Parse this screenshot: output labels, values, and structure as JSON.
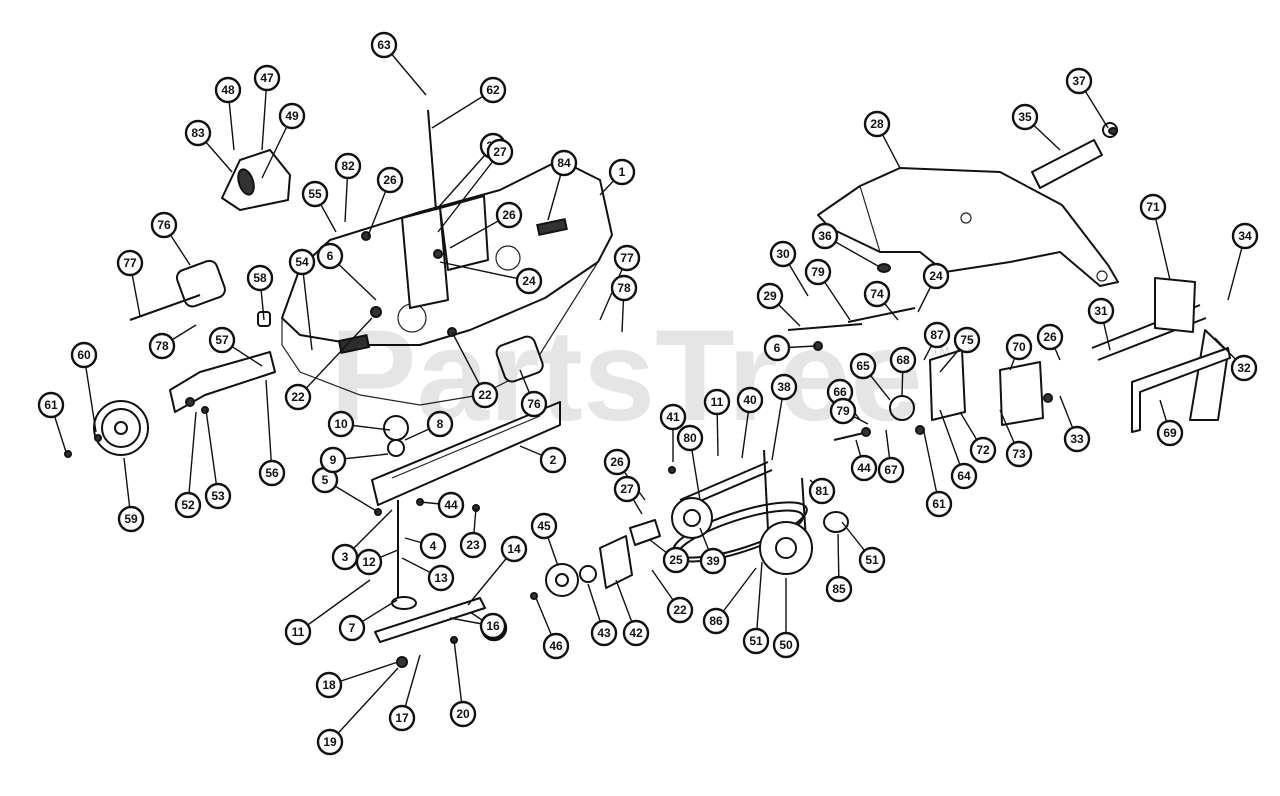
{
  "watermark": {
    "text": "PartsTree",
    "trademark": "TM"
  },
  "callouts": [
    "1",
    "2",
    "3",
    "4",
    "5",
    "6",
    "6",
    "7",
    "8",
    "9",
    "10",
    "11",
    "11",
    "12",
    "13",
    "14",
    "15",
    "16",
    "17",
    "18",
    "19",
    "20",
    "21",
    "22",
    "22",
    "22",
    "23",
    "24",
    "24",
    "25",
    "26",
    "26",
    "26",
    "26",
    "27",
    "27",
    "28",
    "29",
    "30",
    "31",
    "32",
    "33",
    "34",
    "35",
    "36",
    "37",
    "38",
    "39",
    "40",
    "41",
    "42",
    "43",
    "44",
    "44",
    "45",
    "46",
    "47",
    "48",
    "49",
    "50",
    "51",
    "51",
    "52",
    "53",
    "54",
    "55",
    "56",
    "57",
    "58",
    "59",
    "60",
    "61",
    "61",
    "62",
    "63",
    "64",
    "65",
    "66",
    "67",
    "68",
    "69",
    "70",
    "71",
    "72",
    "73",
    "74",
    "75",
    "76",
    "76",
    "77",
    "77",
    "78",
    "78",
    "79",
    "79",
    "80",
    "81",
    "82",
    "83",
    "84",
    "85",
    "86",
    "87"
  ]
}
